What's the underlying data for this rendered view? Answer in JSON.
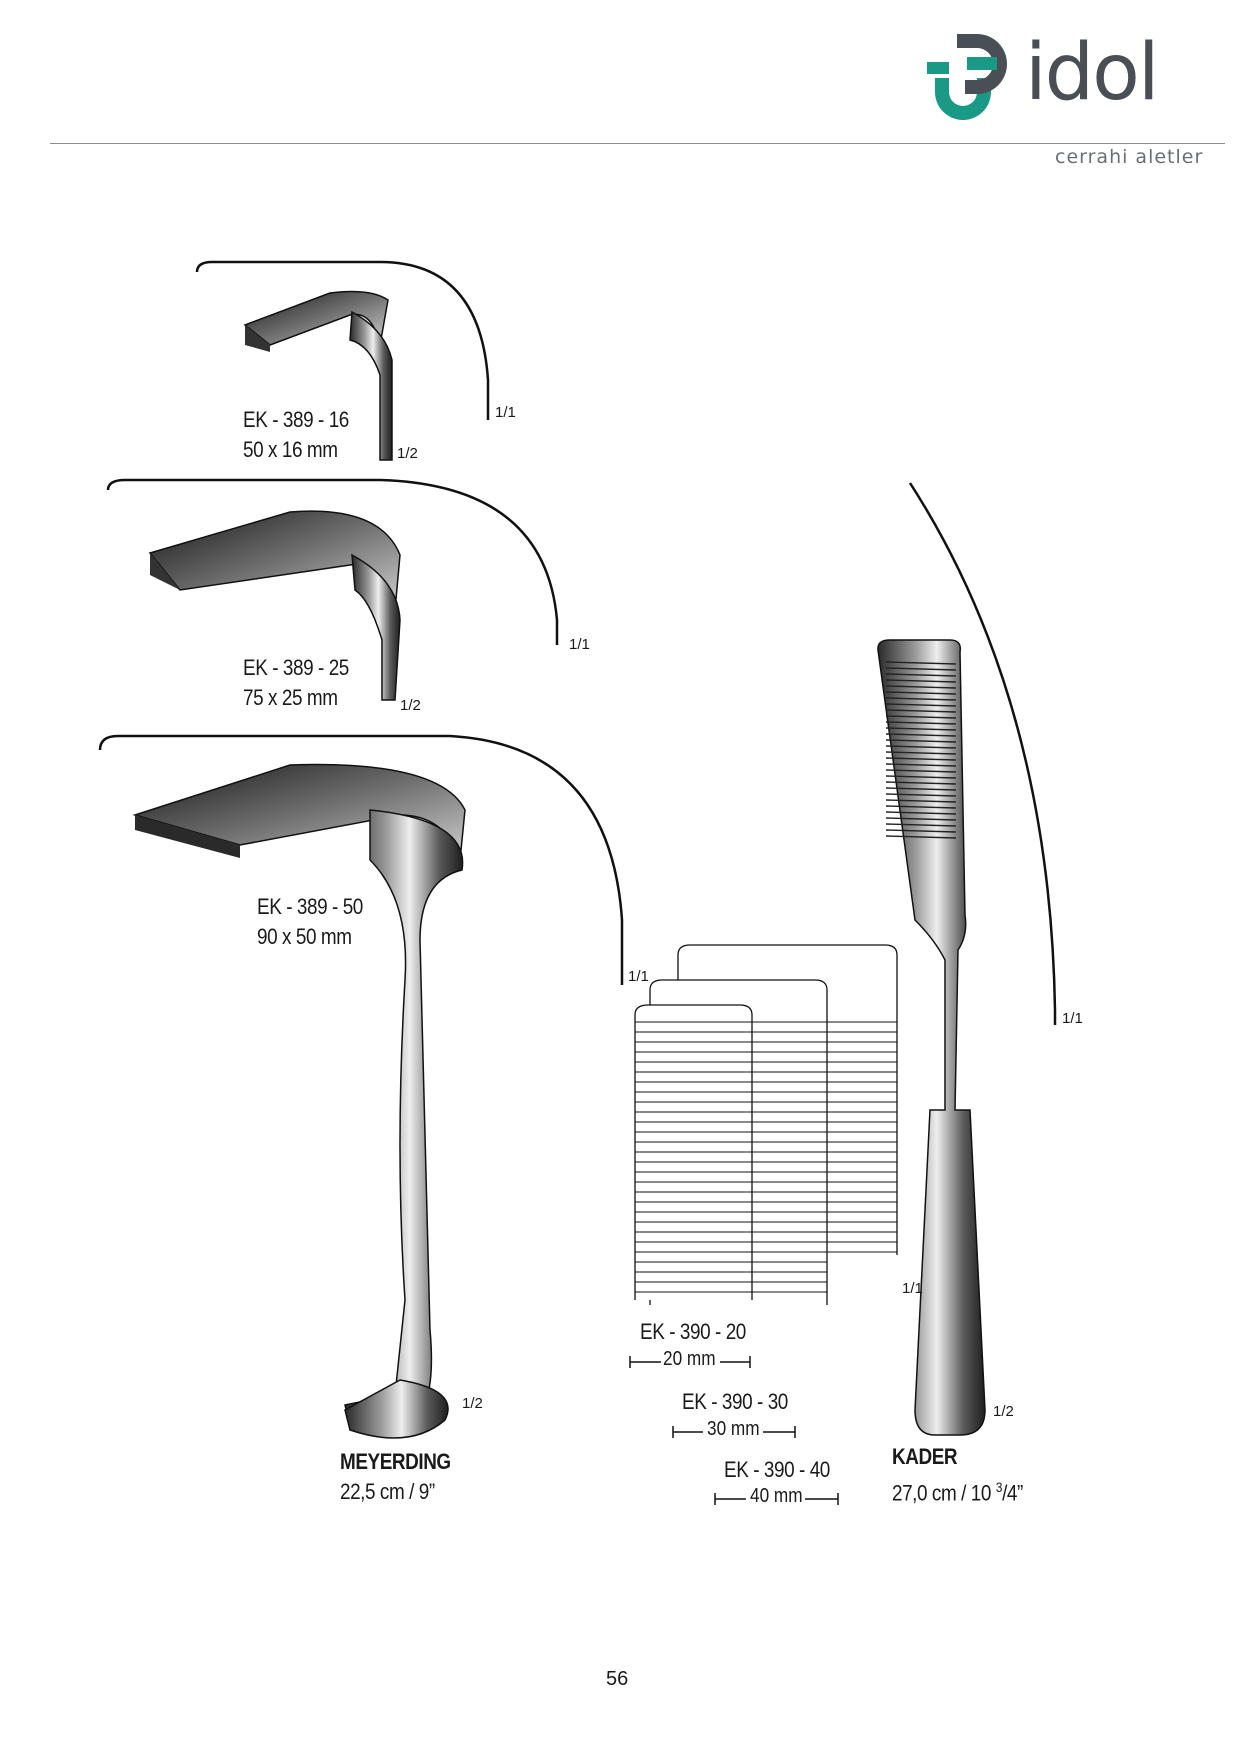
{
  "header": {
    "brand_word": "idol",
    "brand_sub": "cerrahi aletler",
    "colors": {
      "teal": "#1a9a86",
      "gray": "#4a4f55"
    }
  },
  "instruments": [
    {
      "code": "EK - 389 - 16",
      "size": "50 x 16 mm",
      "scale_profile": "1/1",
      "scale_photo": "1/2"
    },
    {
      "code": "EK - 389 - 25",
      "size": "75 x 25 mm",
      "scale_profile": "1/1",
      "scale_photo": "1/2"
    },
    {
      "code": "EK - 389 - 50",
      "size": "90 x 50 mm",
      "scale_profile": "1/1"
    }
  ],
  "meyerding": {
    "name": "MEYERDING",
    "length": "22,5 cm / 9”",
    "scale": "1/2"
  },
  "blades": [
    {
      "code": "EK - 390 - 20",
      "width": "20 mm"
    },
    {
      "code": "EK - 390 - 30",
      "width": "30 mm"
    },
    {
      "code": "EK - 390 - 40",
      "width": "40 mm"
    }
  ],
  "blades_scale": "1/1",
  "kader": {
    "name": "KADER",
    "length_main": "27,0 cm / 10 ",
    "length_frac": "3",
    "length_tail": "/4”",
    "scale_profile": "1/1",
    "scale_photo": "1/2"
  },
  "page_number": "56"
}
